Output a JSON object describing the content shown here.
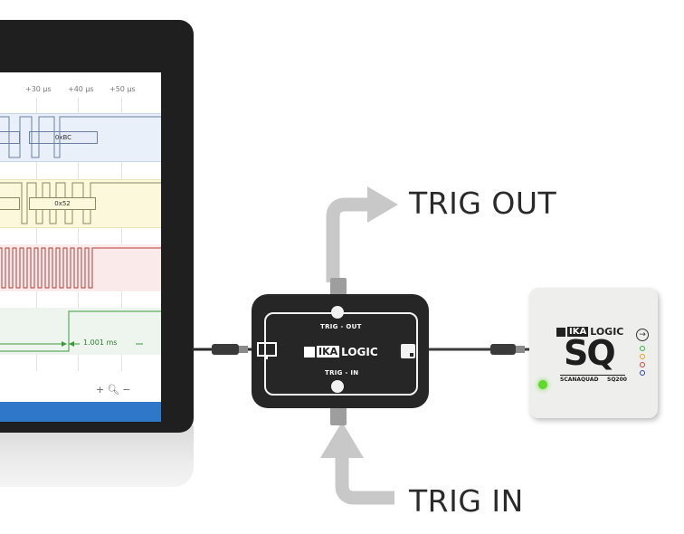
{
  "screen": {
    "time_ticks": [
      "+30 µs",
      "+40 µs",
      "+50 µs"
    ],
    "bus1_value": "0xBC",
    "bus2_value": "0x52",
    "measurement": "1.001 ms",
    "toolbar_icons": [
      "plus-icon",
      "zoom-icon",
      "minus-icon"
    ]
  },
  "hub": {
    "logo_ika": "IKA",
    "logo_logic": "LOGIC",
    "label_top": "TRIG - OUT",
    "label_bottom": "TRIG - IN"
  },
  "analyzer": {
    "logo_ika": "IKA",
    "logo_logic": "LOGIC",
    "sq_text": "SQ",
    "footer_left": "SCANAQUAD",
    "footer_right": "SQ200",
    "led_color": "#5fd92e",
    "indicator_colors": [
      "#35b04a",
      "#e0a020",
      "#d04040",
      "#3040b0"
    ]
  },
  "arrows": {
    "trig_out_label": "TRIG OUT",
    "trig_in_label": "TRIG IN",
    "arrow_color": "#c8c8c8"
  }
}
